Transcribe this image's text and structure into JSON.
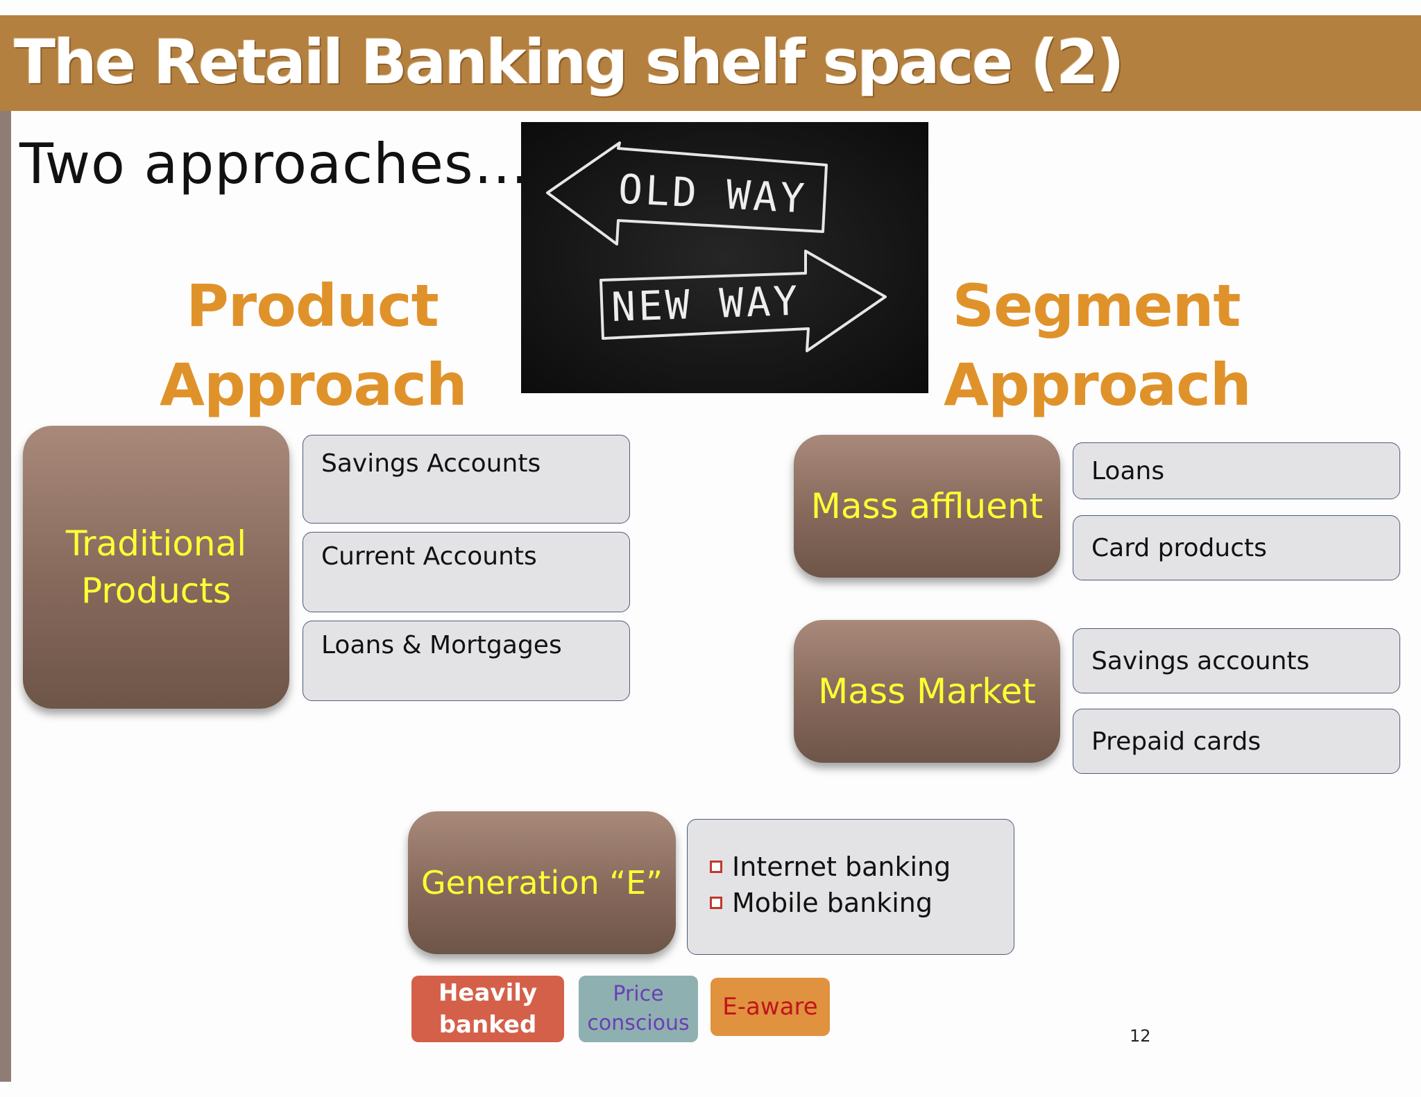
{
  "title": "The Retail  Banking shelf space (2)",
  "subtitle": "Two approaches….",
  "chalkboard": {
    "old_way": "OLD WAY",
    "new_way": "NEW WAY"
  },
  "product_approach": {
    "heading_line1": "Product",
    "heading_line2": "Approach",
    "group_label_line1": "Traditional",
    "group_label_line2": "Products",
    "items": [
      "Savings Accounts",
      "Current Accounts",
      "Loans & Mortgages"
    ]
  },
  "segment_approach": {
    "heading_line1": "Segment",
    "heading_line2": "Approach",
    "segments": [
      {
        "label": "Mass affluent",
        "items": [
          "Loans",
          "Card products"
        ]
      },
      {
        "label": "Mass Market",
        "items": [
          "Savings accounts",
          "Prepaid cards"
        ]
      }
    ]
  },
  "generation_e": {
    "label": "Generation “E”",
    "bullets": [
      "Internet banking",
      "Mobile banking"
    ],
    "tags": [
      {
        "line1": "Heavily",
        "line2": "banked",
        "color": "#d4604a",
        "text_color": "#ffffff"
      },
      {
        "line1": "Price",
        "line2": "conscious",
        "color": "#8fb0b0",
        "text_color": "#6a3fb5"
      },
      {
        "line1": "E-aware",
        "line2": "",
        "color": "#e0923f",
        "text_color": "#c0141c"
      }
    ]
  },
  "page_number": "12",
  "colors": {
    "title_bar": "#b38040",
    "heading_orange": "#e0922a",
    "box_brown": "#87695c",
    "box_text_yellow": "#ffff33"
  }
}
